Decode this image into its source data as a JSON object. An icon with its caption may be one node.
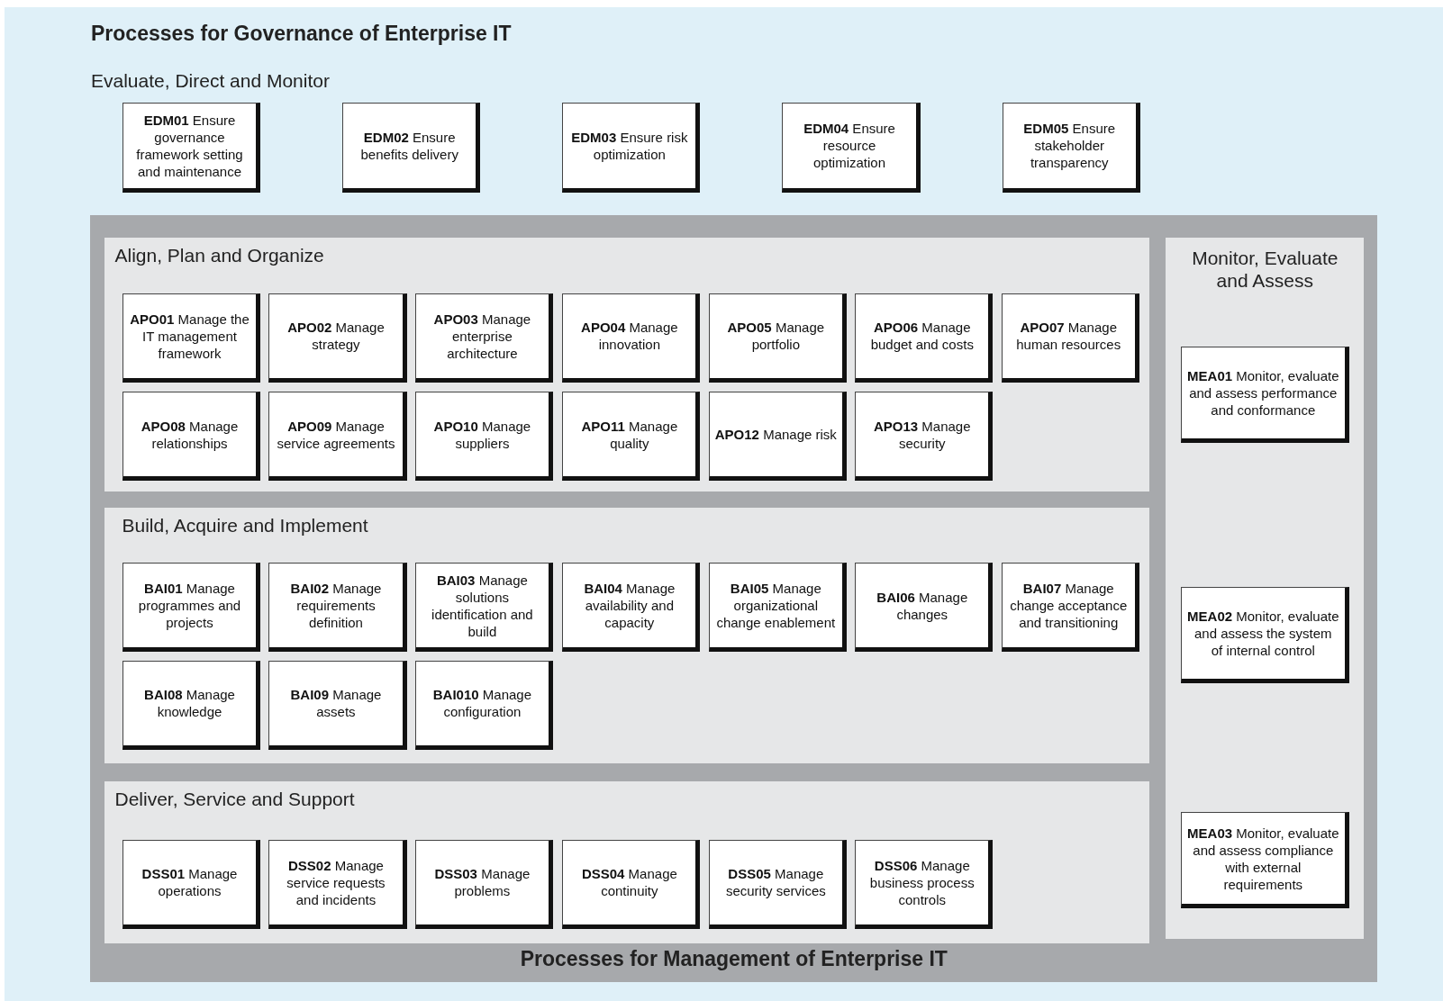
{
  "diagram": {
    "title": "Processes for Governance of Enterprise IT",
    "labels": [
      "Evaluate, Direct and Monitor"
    ],
    "nodes": [
      {
        "text": [
          "**EDM01** Ensure governance framework setting and maintenance"
        ]
      },
      {
        "text": [
          "**EDM02** Ensure benefits delivery"
        ]
      },
      {
        "text": [
          "**EDM03** Ensure risk optimization"
        ]
      },
      {
        "text": [
          "**EDM04** Ensure resource optimization"
        ]
      },
      {
        "text": [
          "**EDM05** Ensure stakeholder transparency"
        ]
      },
      {
        "text": [
          "Processes for Management of Enterprise IT"
        ]
      },
      {
        "text": [
          "Align, Plan and Organize"
        ],
        "in": 5
      },
      {
        "text": [
          "**APO01** Manage the IT management framework"
        ],
        "in": 6
      },
      {
        "text": [
          "**APO02** Manage strategy"
        ],
        "in": 6
      },
      {
        "text": [
          "**APO03** Manage enterprise architecture"
        ],
        "in": 6
      },
      {
        "text": [
          "**APO04** Manage innovation"
        ],
        "in": 6
      },
      {
        "text": [
          "**APO05** Manage portfolio"
        ],
        "in": 6
      },
      {
        "text": [
          "**APO06** Manage budget and costs"
        ],
        "in": 6
      },
      {
        "text": [
          "**APO07** Manage human resources"
        ],
        "in": 6
      },
      {
        "text": [
          "**APO08** Manage relationships"
        ],
        "in": 6
      },
      {
        "text": [
          "**APO09** Manage service agreements"
        ],
        "in": 6
      },
      {
        "text": [
          "**APO10** Manage suppliers"
        ],
        "in": 6
      },
      {
        "text": [
          "**APO11** Manage quality"
        ],
        "in": 6
      },
      {
        "text": [
          "**APO12** Manage risk"
        ],
        "in": 6
      },
      {
        "text": [
          "**APO13** Manage security"
        ],
        "in": 6
      },
      {
        "text": [
          "Build, Acquire and Implement"
        ],
        "in": 5
      },
      {
        "text": [
          "**BAI01** Manage programmes and projects"
        ],
        "in": 20
      },
      {
        "text": [
          "**BAI02** Manage requirements definition"
        ],
        "in": 20
      },
      {
        "text": [
          "**BAI03** Manage solutions identification and build"
        ],
        "in": 20
      },
      {
        "text": [
          "**BAI04** Manage availability and capacity"
        ],
        "in": 20
      },
      {
        "text": [
          "**BAI05** Manage organizational change enablement"
        ],
        "in": 20
      },
      {
        "text": [
          "**BAI06** Manage changes"
        ],
        "in": 20
      },
      {
        "text": [
          "**BAI07** Manage change acceptance and transitioning"
        ],
        "in": 20
      },
      {
        "text": [
          "**BAI08** Manage knowledge"
        ],
        "in": 20
      },
      {
        "text": [
          "**BAI09** Manage assets"
        ],
        "in": 20
      },
      {
        "text": [
          "**BAI010** Manage configuration"
        ],
        "in": 20
      },
      {
        "text": [
          "Deliver, Service and Support"
        ],
        "in": 5
      },
      {
        "text": [
          "**DSS01** Manage operations"
        ],
        "in": 31
      },
      {
        "text": [
          "**DSS02** Manage service requests and incidents"
        ],
        "in": 31
      },
      {
        "text": [
          "**DSS03** Manage problems"
        ],
        "in": 31
      },
      {
        "text": [
          "**DSS04** Manage continuity"
        ],
        "in": 31
      },
      {
        "text": [
          "**DSS05** Manage security services"
        ],
        "in": 31
      },
      {
        "text": [
          "**DSS06** Manage business process controls"
        ],
        "in": 31
      },
      {
        "text": [
          "Monitor, Evaluate and Assess"
        ],
        "in": 5
      },
      {
        "text": [
          "**MEA01** Monitor, evaluate and assess performance and conformance"
        ],
        "in": 38
      },
      {
        "text": [
          "**MEA02** Monitor, evaluate and assess the system of internal control"
        ],
        "in": 38
      },
      {
        "text": [
          "**MEA03** Monitor, evaluate and assess compliance with external requirements"
        ],
        "in": 38
      }
    ]
  }
}
